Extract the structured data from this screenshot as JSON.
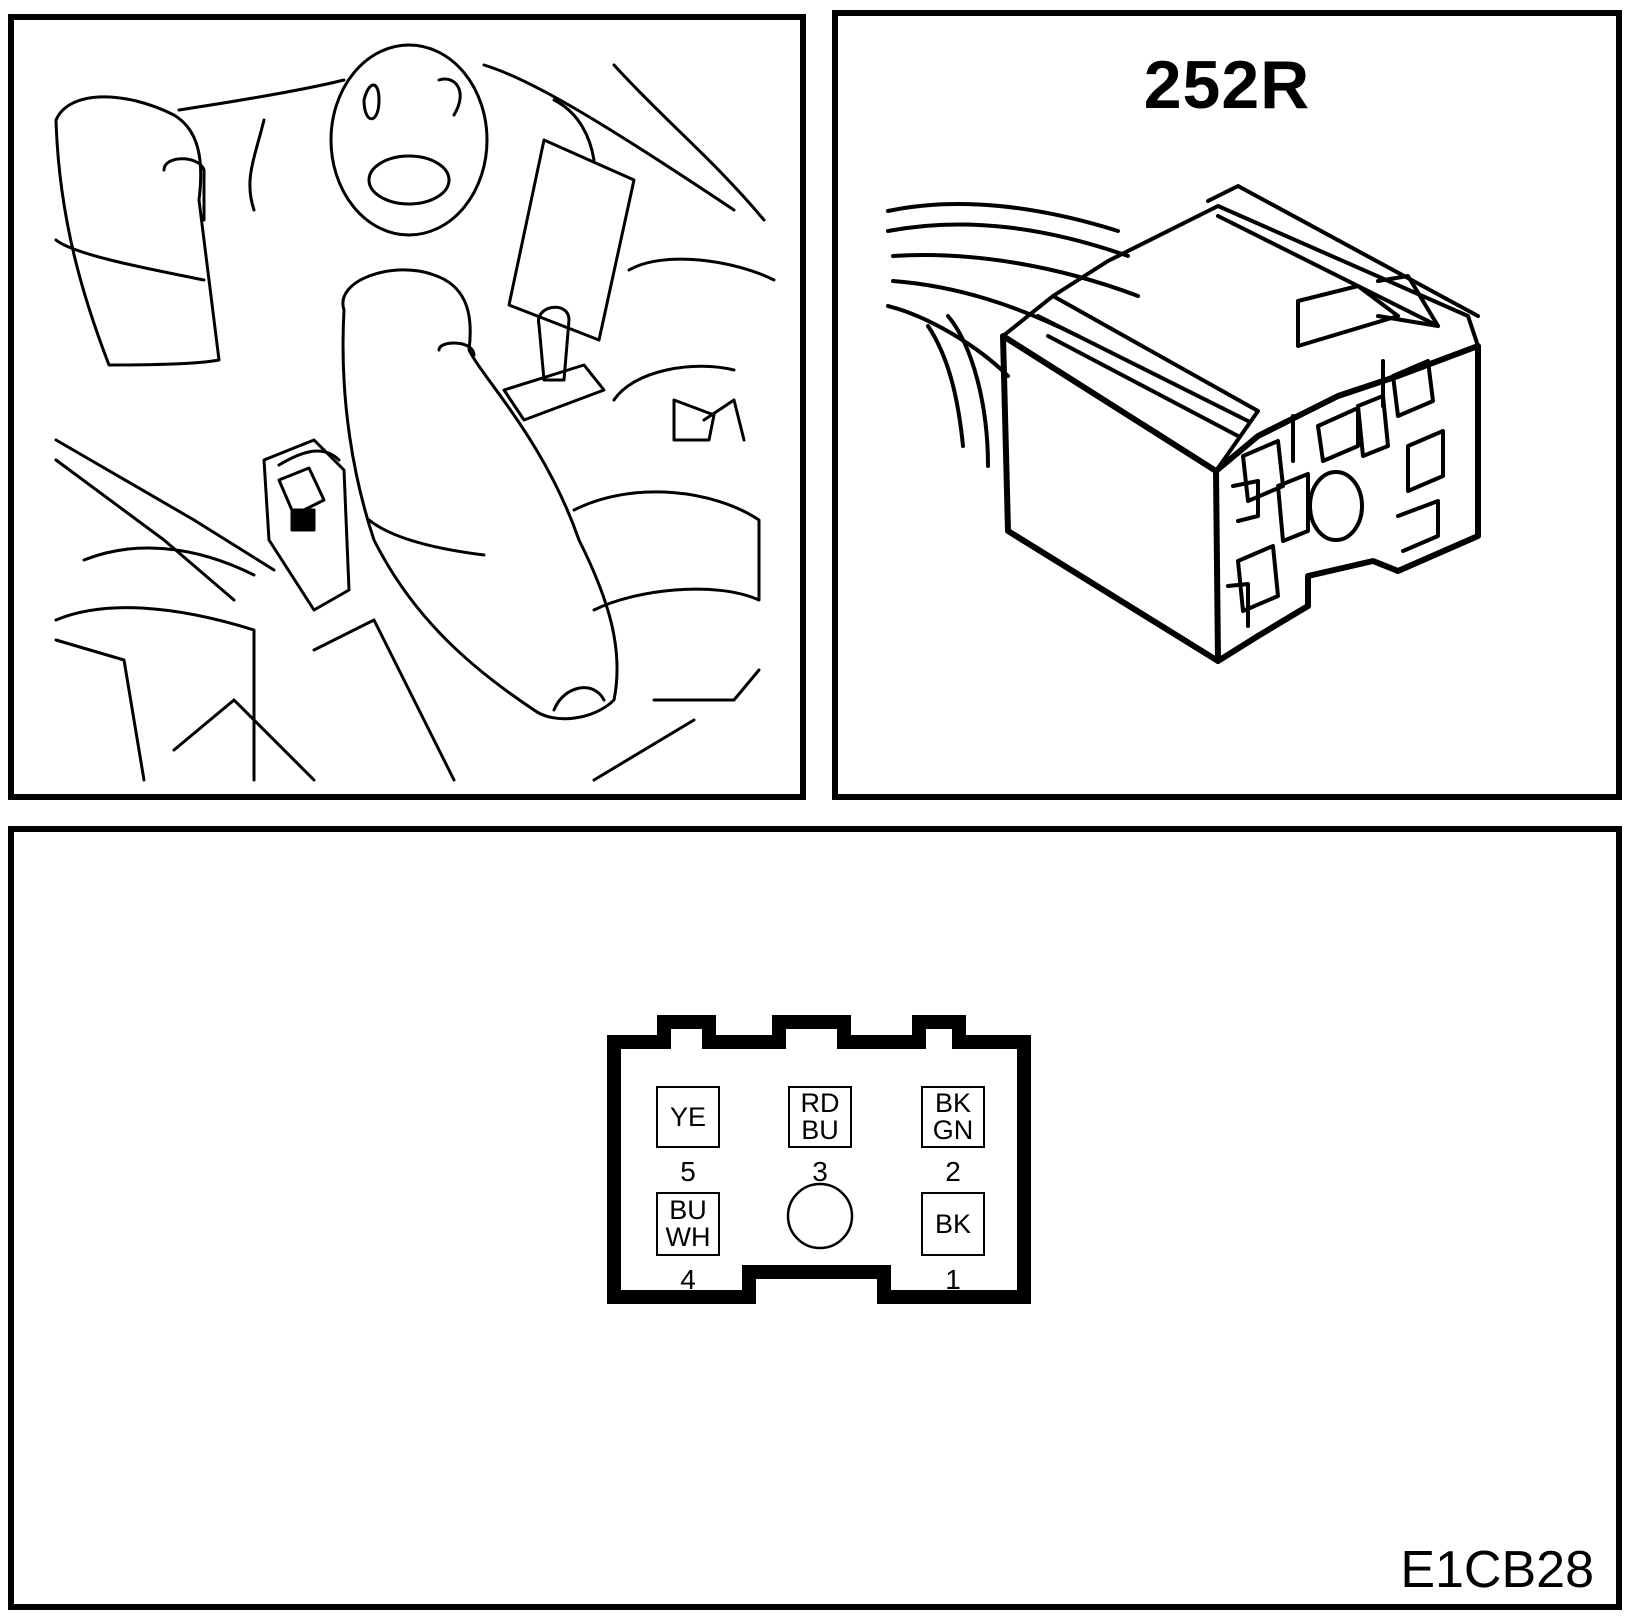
{
  "connector": {
    "id": "252R"
  },
  "figure_code": "E1CB28",
  "pins": [
    {
      "number": "5",
      "wire": [
        "YE"
      ]
    },
    {
      "number": "3",
      "wire": [
        "RD",
        "BU"
      ]
    },
    {
      "number": "2",
      "wire": [
        "BK",
        "GN"
      ]
    },
    {
      "number": "4",
      "wire": [
        "BU",
        "WH"
      ]
    },
    {
      "number": "1",
      "wire": [
        "BK"
      ]
    }
  ],
  "colors": {
    "line": "#000000",
    "background": "#ffffff"
  }
}
